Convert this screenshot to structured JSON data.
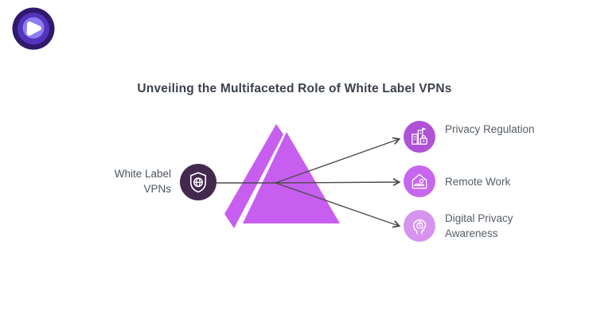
{
  "title": "Unveiling the Multifaceted Role of White Label VPNs",
  "source": {
    "label": "White Label VPNs",
    "icon": "shield-globe-icon",
    "circle_color": "#43294e"
  },
  "items": [
    {
      "label": "Privacy Regulation",
      "icon": "buildings-lock-icon",
      "circle_color": "#ae52d6"
    },
    {
      "label": "Remote Work",
      "icon": "home-office-icon",
      "circle_color": "#c766ee"
    },
    {
      "label": "Digital Privacy Awareness",
      "icon": "head-lock-icon",
      "circle_color": "#d794ef"
    }
  ],
  "prism": {
    "fill_color": "#c75ef0"
  },
  "connectors": {
    "line_color": "#4c4c4c"
  },
  "logo": {
    "name": "brand-logo",
    "ring_outer_color": "#31196e",
    "ring_mid_color": "#5433bd",
    "ring_inner_color": "#8d7cf2",
    "core_color": "#ffffff"
  },
  "text_colors": {
    "title": "#3c4150",
    "labels": "#565d64"
  }
}
